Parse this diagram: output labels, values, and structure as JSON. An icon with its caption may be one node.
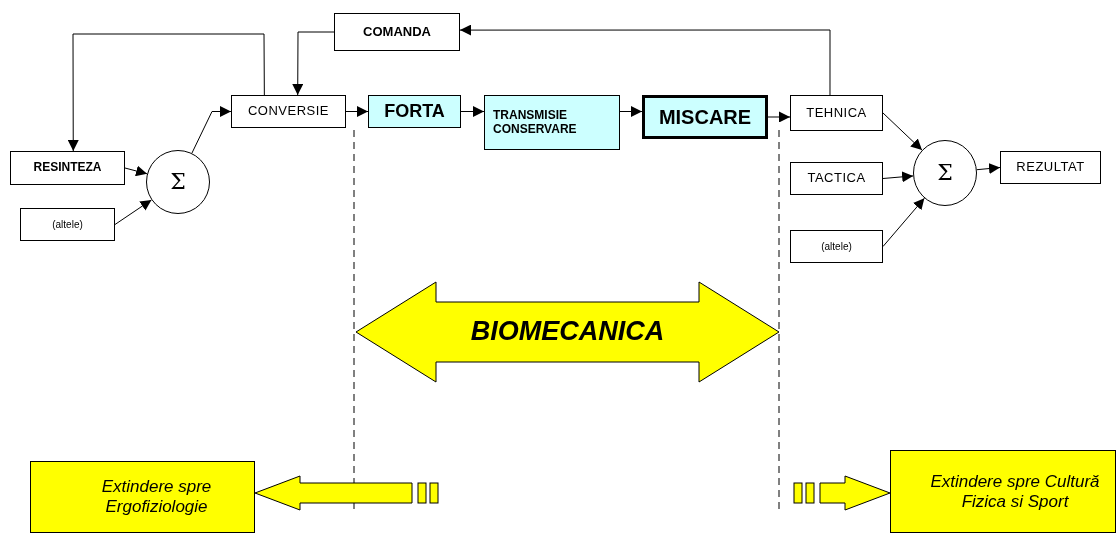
{
  "diagram": {
    "nodes": [
      {
        "text": [
          "COMANDA"
        ]
      },
      {
        "text": [
          "CONVERSIE"
        ]
      },
      {
        "text": [
          "FORTA"
        ]
      },
      {
        "text": [
          "TRANSMISIE CONSERVARE"
        ]
      },
      {
        "text": [
          "MISCARE"
        ]
      },
      {
        "text": [
          "TEHNICA"
        ]
      },
      {
        "text": [
          "RESINTEZA"
        ]
      },
      {
        "text": [
          "Σ"
        ]
      },
      {
        "text": [
          "(altele)"
        ]
      },
      {
        "text": [
          "TACTICA"
        ]
      },
      {
        "text": [
          "Σ"
        ]
      },
      {
        "text": [
          "REZULTAT"
        ]
      },
      {
        "text": [
          "(altele)"
        ]
      },
      {
        "text": [
          "BIOMECANICA"
        ]
      },
      {
        "text": [
          "Extindere spre Ergofiziologie"
        ]
      },
      {
        "text": [
          "Extindere spre Cultură Fizica si Sport"
        ]
      }
    ],
    "edges": [
      {
        "from": 1,
        "to": 6,
        "arrow": "to"
      },
      {
        "from": 0,
        "to": 1,
        "arrow": "to"
      },
      {
        "from": 5,
        "to": 0,
        "arrow": "to"
      },
      {
        "from": 6,
        "to": 7,
        "arrow": "to"
      },
      {
        "from": 8,
        "to": 7,
        "arrow": "to"
      },
      {
        "from": 7,
        "to": 1,
        "arrow": "to"
      },
      {
        "from": 1,
        "to": 2,
        "arrow": "to"
      },
      {
        "from": 2,
        "to": 3,
        "arrow": "to"
      },
      {
        "from": 3,
        "to": 4,
        "arrow": "to"
      },
      {
        "from": 4,
        "to": 5,
        "arrow": "to"
      },
      {
        "from": 5,
        "to": 10,
        "arrow": "to"
      },
      {
        "from": 9,
        "to": 10,
        "arrow": "to"
      },
      {
        "from": 12,
        "to": 10,
        "arrow": "to"
      },
      {
        "from": 10,
        "to": 11,
        "arrow": "to"
      },
      {
        "from": null,
        "to": 14,
        "arrow": "to",
        "style": "thick",
        "color": "#ffff00"
      },
      {
        "from": null,
        "to": 15,
        "arrow": "to",
        "style": "thick",
        "color": "#ffff00"
      }
    ]
  }
}
